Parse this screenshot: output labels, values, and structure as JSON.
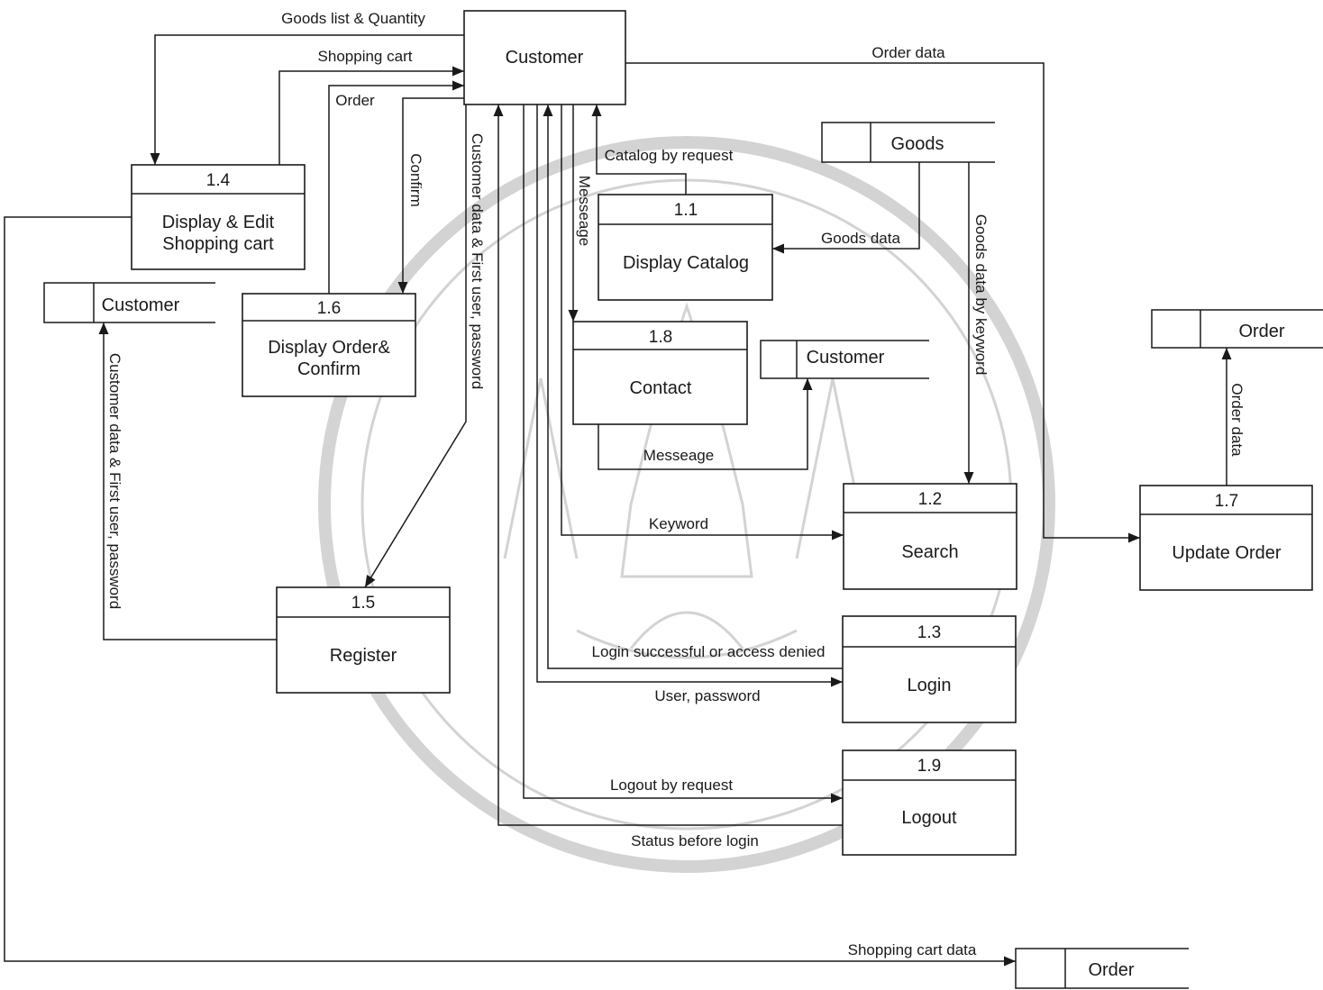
{
  "entity": {
    "label": "Customer"
  },
  "processes": [
    {
      "key": "p11",
      "number": "1.1",
      "name": [
        "Display Catalog"
      ]
    },
    {
      "key": "p12",
      "number": "1.2",
      "name": [
        "Search"
      ]
    },
    {
      "key": "p13",
      "number": "1.3",
      "name": [
        "Login"
      ]
    },
    {
      "key": "p14",
      "number": "1.4",
      "name": [
        "Display & Edit",
        "Shopping cart"
      ]
    },
    {
      "key": "p15",
      "number": "1.5",
      "name": [
        "Register"
      ]
    },
    {
      "key": "p16",
      "number": "1.6",
      "name": [
        "Display Order&",
        "Confirm"
      ]
    },
    {
      "key": "p17",
      "number": "1.7",
      "name": [
        "Update Order"
      ]
    },
    {
      "key": "p18",
      "number": "1.8",
      "name": [
        "Contact"
      ]
    },
    {
      "key": "p19",
      "number": "1.9",
      "name": [
        "Logout"
      ]
    }
  ],
  "stores": [
    {
      "key": "s-goods",
      "label": "Goods"
    },
    {
      "key": "s-customer-left",
      "label": "Customer"
    },
    {
      "key": "s-customer-mid",
      "label": "Customer"
    },
    {
      "key": "s-order-right",
      "label": "Order"
    },
    {
      "key": "s-order-bottom",
      "label": "Order"
    }
  ],
  "flows": [
    {
      "key": "goods-list-qty",
      "label": "Goods list & Quantity"
    },
    {
      "key": "shopping-cart",
      "label": "Shopping cart"
    },
    {
      "key": "order",
      "label": "Order"
    },
    {
      "key": "confirm",
      "label": "Confirm"
    },
    {
      "key": "cust-data-first-user",
      "label": "Customer data & First user, password"
    },
    {
      "key": "catalog-by-request",
      "label": "Catalog by request"
    },
    {
      "key": "message-to-contact",
      "label": "Messeage"
    },
    {
      "key": "order-data",
      "label": "Order data"
    },
    {
      "key": "goods-data",
      "label": "Goods data"
    },
    {
      "key": "goods-data-by-keyword",
      "label": "Goods data by keyword"
    },
    {
      "key": "message-to-store",
      "label": "Messeage"
    },
    {
      "key": "keyword",
      "label": "Keyword"
    },
    {
      "key": "login-result",
      "label": "Login successful or access denied"
    },
    {
      "key": "user-password",
      "label": "User, password"
    },
    {
      "key": "logout-by-request",
      "label": "Logout by request"
    },
    {
      "key": "status-before-login",
      "label": "Status before login"
    },
    {
      "key": "customer-data-to-store",
      "label": "Customer data & First user, password"
    },
    {
      "key": "order-data-to-store",
      "label": "Order data"
    },
    {
      "key": "shopping-cart-data",
      "label": "Shopping cart data"
    }
  ]
}
